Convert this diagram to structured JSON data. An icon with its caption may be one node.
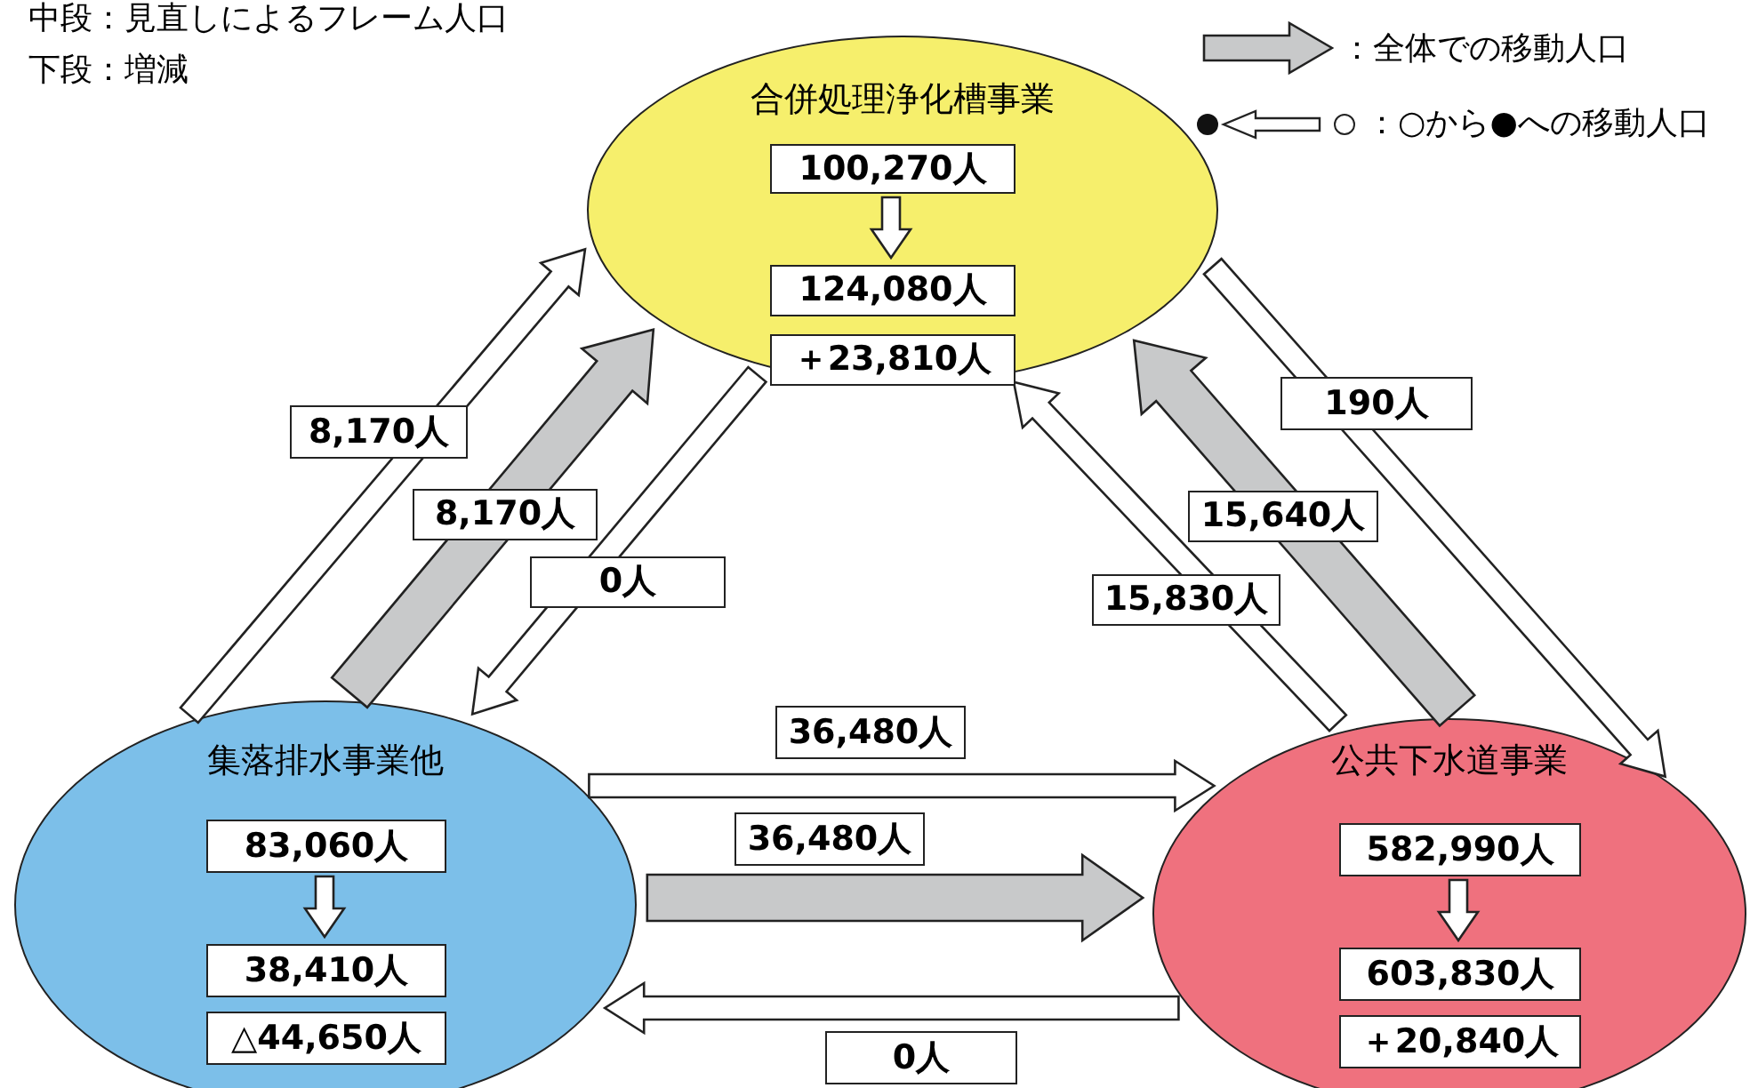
{
  "diagram": {
    "nodes": [
      {
        "text": [
          "合併処理浄化槽事業"
        ]
      },
      {
        "text": [
          "100,270人"
        ],
        "in": 0
      },
      {
        "text": [
          "124,080人"
        ],
        "in": 0
      },
      {
        "text": [
          "＋23,810人"
        ],
        "in": 0
      },
      {
        "text": [
          "集落排水事業他"
        ]
      },
      {
        "text": [
          "83,060人"
        ],
        "in": 4
      },
      {
        "text": [
          "38,410人"
        ],
        "in": 4
      },
      {
        "text": [
          "△44,650人"
        ],
        "in": 4
      },
      {
        "text": [
          "公共下水道事業"
        ]
      },
      {
        "text": [
          "582,990人"
        ],
        "in": 8
      },
      {
        "text": [
          "603,830人"
        ],
        "in": 8
      },
      {
        "text": [
          "＋20,840人"
        ],
        "in": 8
      }
    ],
    "edges": [
      {
        "from": 1,
        "to": 2,
        "arrow": "to"
      },
      {
        "from": 5,
        "to": 6,
        "arrow": "to"
      },
      {
        "from": 9,
        "to": 10,
        "arrow": "to"
      },
      {
        "from": 4,
        "to": 0,
        "arrow": "to",
        "label": "8,170人"
      },
      {
        "from": 4,
        "to": 0,
        "arrow": "to",
        "label": "8,170人",
        "style": "thick"
      },
      {
        "from": 0,
        "to": 4,
        "arrow": "to",
        "label": "0人"
      },
      {
        "from": 0,
        "to": 8,
        "arrow": "to",
        "label": "190人"
      },
      {
        "from": 8,
        "to": 0,
        "arrow": "to",
        "label": "15,640人",
        "style": "thick"
      },
      {
        "from": 8,
        "to": 0,
        "arrow": "to",
        "label": "15,830人"
      },
      {
        "from": 4,
        "to": 8,
        "arrow": "to",
        "label": "36,480人"
      },
      {
        "from": 4,
        "to": 8,
        "arrow": "to",
        "label": "36,480人",
        "style": "thick"
      },
      {
        "from": 8,
        "to": 4,
        "arrow": "to",
        "label": "0人"
      }
    ],
    "labels": [
      "中段：見直しによるフレーム人口",
      "下段：増減"
    ],
    "legend": [
      {
        "text": "：全体での移動人口"
      },
      {
        "text": "：○から●への移動人口"
      }
    ]
  }
}
